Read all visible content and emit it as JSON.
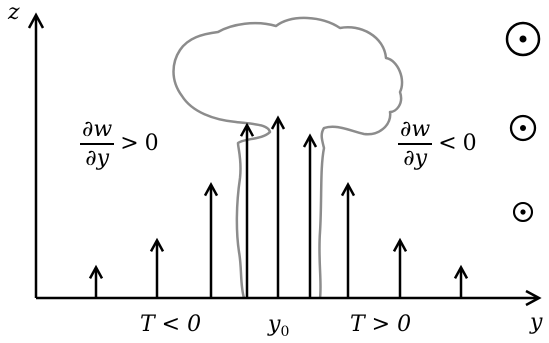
{
  "axes": {
    "x_label": "y",
    "y_label": "z"
  },
  "labels": {
    "left_region": "T < 0",
    "center": "y",
    "center_sub": "0",
    "right_region": "T > 0"
  },
  "gradients": {
    "left": {
      "num": "∂w",
      "den": "∂y",
      "rel": ">",
      "val": "0"
    },
    "right": {
      "num": "∂w",
      "den": "∂y",
      "rel": "<",
      "val": "0"
    }
  },
  "vectors": [
    {
      "level": 0.17
    },
    {
      "level": 0.32
    },
    {
      "level": 0.63
    },
    {
      "level": 0.96
    },
    {
      "level": 1.0
    },
    {
      "level": 0.9
    },
    {
      "level": 0.63
    },
    {
      "level": 0.32
    },
    {
      "level": 0.17
    }
  ],
  "out_of_page_symbols": [
    {
      "name": "large",
      "size": "large"
    },
    {
      "name": "medium",
      "size": "medium"
    },
    {
      "name": "small",
      "size": "small"
    }
  ],
  "colors": {
    "cloud_outline": "#8c8c8c",
    "ink": "#000000"
  }
}
